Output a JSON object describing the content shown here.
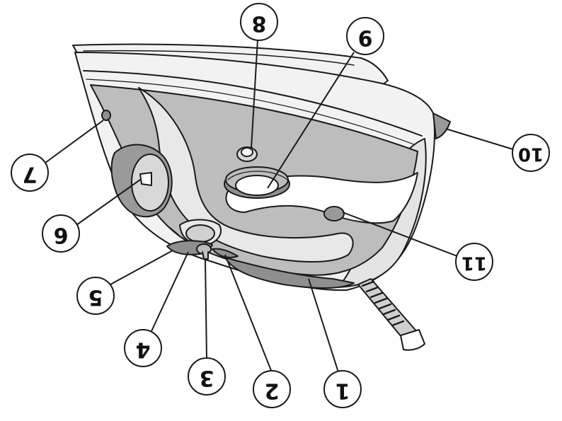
{
  "diagram": {
    "subject": "steam-iron",
    "orientation": "mirrored",
    "colors": {
      "outline": "#1a1a1a",
      "body_light": "#f2f2f2",
      "body_mid": "#d6d6d6",
      "body_shade": "#bdbdbd",
      "body_dark": "#8f8f8f",
      "callout_fill": "#ffffff"
    },
    "callouts": [
      {
        "id": "1",
        "label": "1"
      },
      {
        "id": "2",
        "label": "2"
      },
      {
        "id": "3",
        "label": "3"
      },
      {
        "id": "4",
        "label": "4"
      },
      {
        "id": "5",
        "label": "5"
      },
      {
        "id": "6",
        "label": "6"
      },
      {
        "id": "7",
        "label": "7"
      },
      {
        "id": "8",
        "label": "8"
      },
      {
        "id": "9",
        "label": "9"
      },
      {
        "id": "10",
        "label": "10"
      },
      {
        "id": "11",
        "label": "11"
      }
    ]
  }
}
